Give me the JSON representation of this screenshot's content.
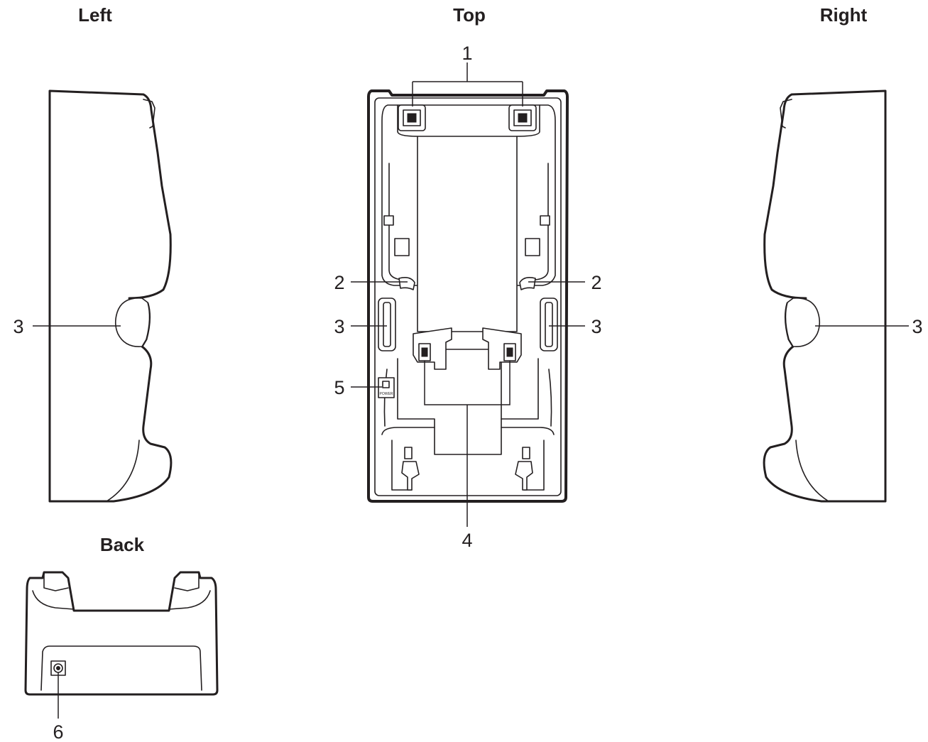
{
  "views": {
    "left": "Left",
    "top": "Top",
    "right": "Right",
    "back": "Back"
  },
  "callouts": {
    "c1": "1",
    "c2": "2",
    "c3": "3",
    "c4": "4",
    "c5": "5",
    "c6": "6"
  },
  "device_markings": {
    "power": "POWER"
  }
}
